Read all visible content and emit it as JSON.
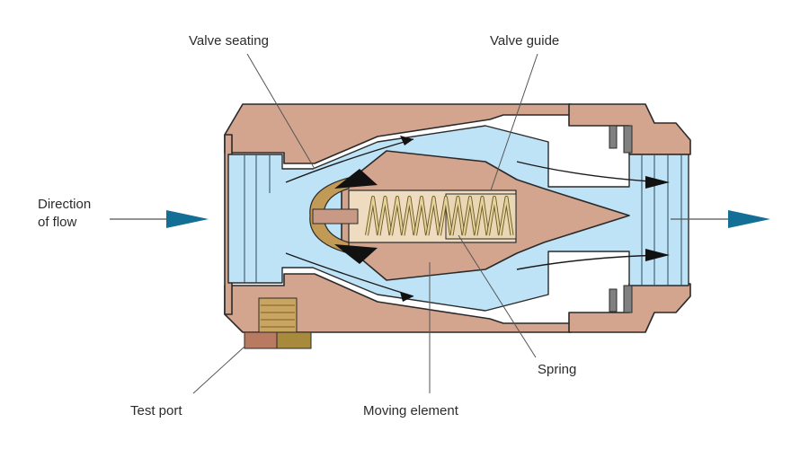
{
  "diagram": {
    "title": "Check valve cross-section",
    "labels": {
      "valve_seating": "Valve seating",
      "valve_guide": "Valve guide",
      "direction_of_flow_line1": "Direction",
      "direction_of_flow_line2": "of flow",
      "spring": "Spring",
      "test_port": "Test port",
      "moving_element": "Moving element"
    },
    "colors": {
      "body": "#d3a48e",
      "fluid": "#bfe3f6",
      "flow_arrow": "#136f96",
      "spring": "#e6d39a",
      "guide": "#efdcc0",
      "brass": "#a88a3c",
      "seal": "#808080"
    }
  }
}
